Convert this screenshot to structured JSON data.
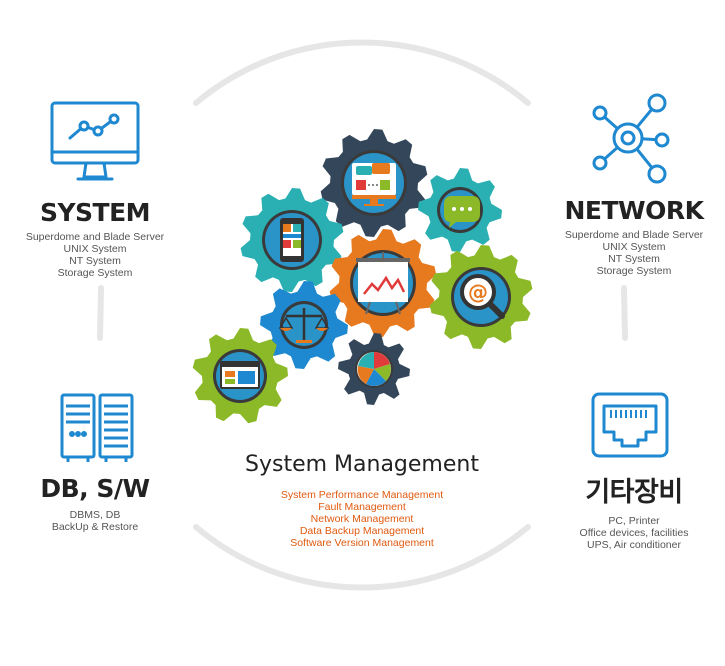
{
  "colors": {
    "blue": "#1e88d0",
    "orange": "#e7791f",
    "green": "#8cb928",
    "teal": "#2ab0b2",
    "navy": "#344659",
    "ring": "#e6e6e6"
  },
  "system": {
    "icon": "monitor-chart-icon",
    "title": "SYSTEM",
    "items": [
      "Superdome and Blade Server",
      "UNIX System",
      "NT System",
      "Storage System"
    ]
  },
  "network": {
    "icon": "network-nodes-icon",
    "title": "NETWORK",
    "items": [
      "Superdome and Blade Server",
      "UNIX System",
      "NT System",
      "Storage System"
    ]
  },
  "db": {
    "icon": "server-rack-icon",
    "title": "DB, S/W",
    "items": [
      "DBMS, DB",
      "BackUp & Restore"
    ]
  },
  "etc": {
    "icon": "ethernet-port-icon",
    "title": "기타장비",
    "items": [
      "PC, Printer",
      "Office devices, facilities",
      "UPS, Air conditioner"
    ]
  },
  "center": {
    "title": "System Management",
    "items": [
      "System Performance Management",
      "Fault Management",
      "Network Management",
      "Data Backup Management",
      "Software Version Management"
    ]
  },
  "gears": [
    {
      "name": "gear-monitor-chat",
      "color": "#344659",
      "icon": "monitor-chat-icon"
    },
    {
      "name": "gear-speech-bubble",
      "color": "#2ab0b2",
      "icon": "speech-bubble-icon"
    },
    {
      "name": "gear-smartphone",
      "color": "#2ab0b2",
      "icon": "smartphone-icon"
    },
    {
      "name": "gear-presentation-board",
      "color": "#e7791f",
      "icon": "presentation-board-icon"
    },
    {
      "name": "gear-email-search",
      "color": "#8cb928",
      "icon": "email-search-icon"
    },
    {
      "name": "gear-balance-scale",
      "color": "#1e88d0",
      "icon": "balance-scale-icon"
    },
    {
      "name": "gear-browser-window",
      "color": "#8cb928",
      "icon": "browser-window-icon"
    },
    {
      "name": "gear-pie-chart",
      "color": "#344659",
      "icon": "pie-chart-icon"
    }
  ]
}
